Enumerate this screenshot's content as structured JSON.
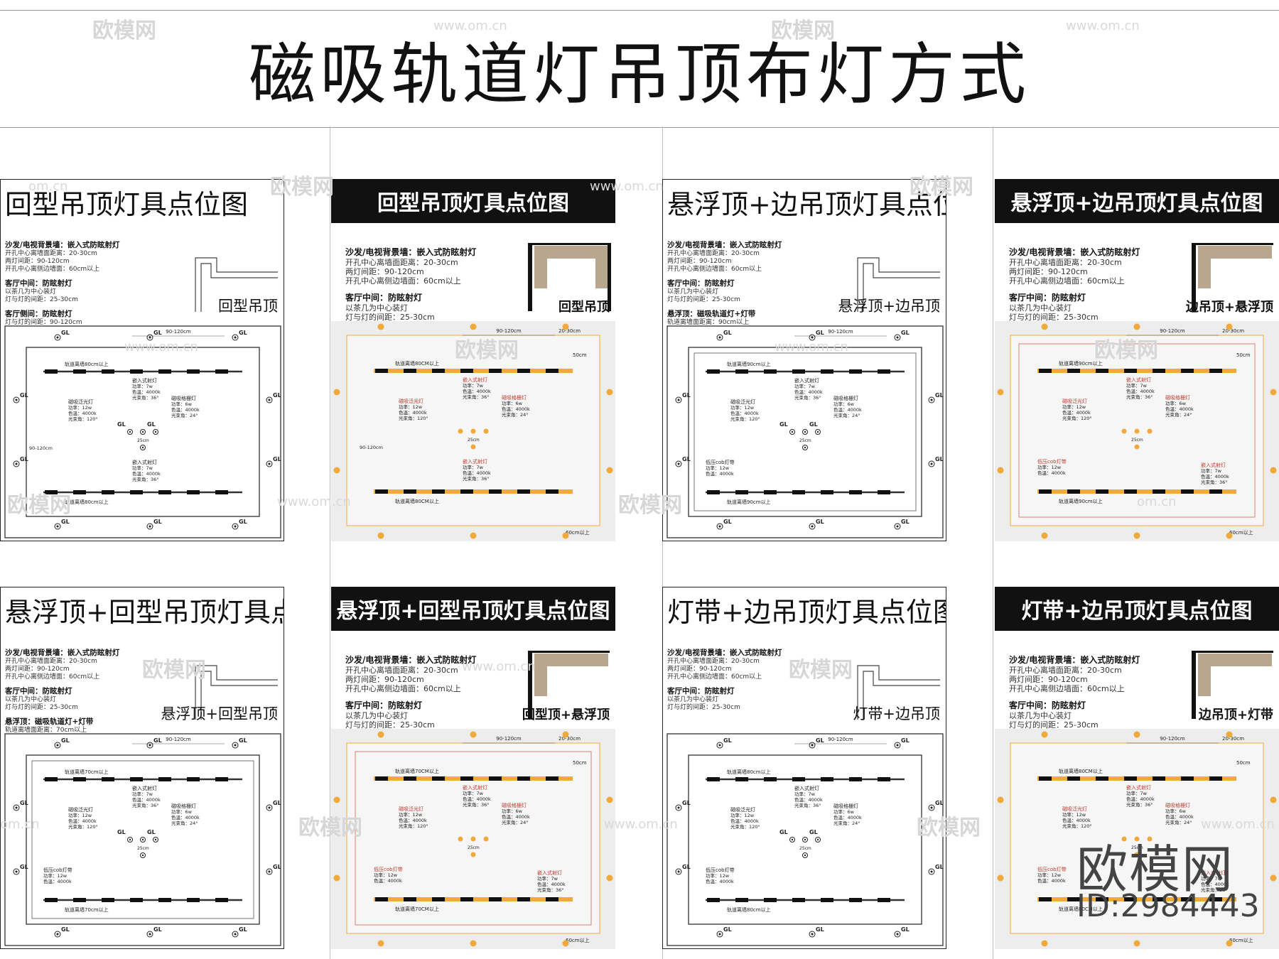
{
  "page_title": "磁吸轨道灯吊顶布灯方式",
  "watermarks": {
    "brand": "欧模网",
    "site": "www.om.cn",
    "site_short": "om.cn"
  },
  "brand_mark": {
    "name": "欧模网",
    "id": "ID:2984443"
  },
  "common_notes": {
    "wall_head": "沙发/电视背景墙：嵌入式防眩射灯",
    "wall_l1": "开孔中心离墙面距离：20-30cm",
    "wall_l2": "两灯间距：90-120cm",
    "wall_l3": "开孔中心离侧边墙面：60cm以上",
    "living_head": "客厅中间：防眩射灯",
    "living_l1": "以茶几为中心装灯",
    "living_l2": "灯与灯的间距：25-30cm",
    "side_head": "客厅侧间：防眩射灯",
    "side_l1": "灯与灯的间距：90-120cm",
    "float_head": "悬浮顶：磁吸轨道灯+灯带",
    "float_l1": "轨道离墙面距离：90cm以上",
    "float_l2": "轨道离墙面距离：70cm以上"
  },
  "panels": [
    {
      "title": "回型吊顶灯具点位图",
      "section": "回型吊顶"
    },
    {
      "title": "回型吊顶灯具点位图",
      "section": "回型吊顶"
    },
    {
      "title": "悬浮顶+边吊顶灯具点位图",
      "section": "悬浮顶+边吊顶"
    },
    {
      "title": "悬浮顶+边吊顶灯具点位图",
      "section": "边吊顶+悬浮顶"
    },
    {
      "title": "悬浮顶+回型吊顶灯具点位图",
      "section": "悬浮顶+回型吊顶"
    },
    {
      "title": "悬浮顶+回型吊顶灯具点位图",
      "section": "回型顶+悬浮顶"
    },
    {
      "title": "灯带+边吊顶灯具点位图",
      "section": "灯带+边吊顶"
    },
    {
      "title": "灯带+边吊顶灯具点位图",
      "section": "边吊顶+灯带"
    }
  ],
  "plan_labels": {
    "gl": "GL",
    "track_80": "轨道离墙80cm以上",
    "track_80_caps": "轨道离墙80CM以上",
    "track_90": "轨道离墙90cm以上",
    "track_70": "轨道离墙70cm以上",
    "track_70_caps": "轨道离墙70CM以上",
    "dim_90_120": "90-120cm",
    "dim_20_30": "20-30cm",
    "dim_60": "60cm以上",
    "dim_50": "50cm",
    "dim_25": "25cm",
    "flood_name": "磁吸泛光灯",
    "flood_spec1": "功率：12w",
    "flood_spec2": "色温：4000k",
    "flood_spec3": "光束角：120°",
    "grille_name": "磁吸格栅灯",
    "grille_spec1": "功率：6w",
    "grille_spec2": "色温：4000k",
    "grille_spec3": "光束角：24°",
    "embed_name": "嵌入式射灯",
    "embed_spec1": "功率：7w",
    "embed_spec2": "色温：4000k",
    "embed_spec3": "光束角：36°",
    "cob_name": "低压cob灯带",
    "cob_spec1": "功率：12w",
    "cob_spec2": "色温：4000k"
  },
  "colors": {
    "accent": "#f2a93b",
    "ceiling": "#b9a68f",
    "dark": "#111111",
    "watermark": "#d7d7d7"
  }
}
